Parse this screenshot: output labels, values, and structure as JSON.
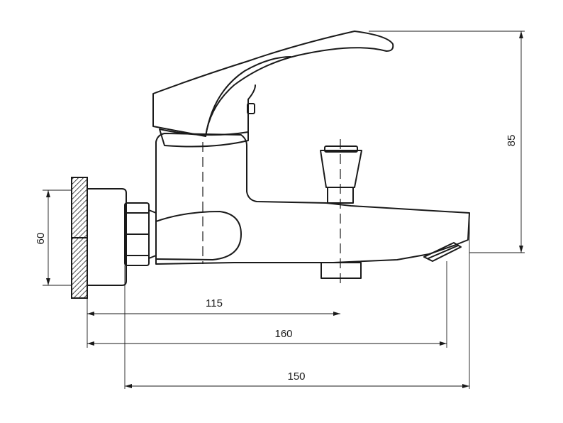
{
  "dimensions": {
    "d115": "115",
    "d160": "160",
    "d150": "150",
    "d60": "60",
    "d85": "85"
  }
}
